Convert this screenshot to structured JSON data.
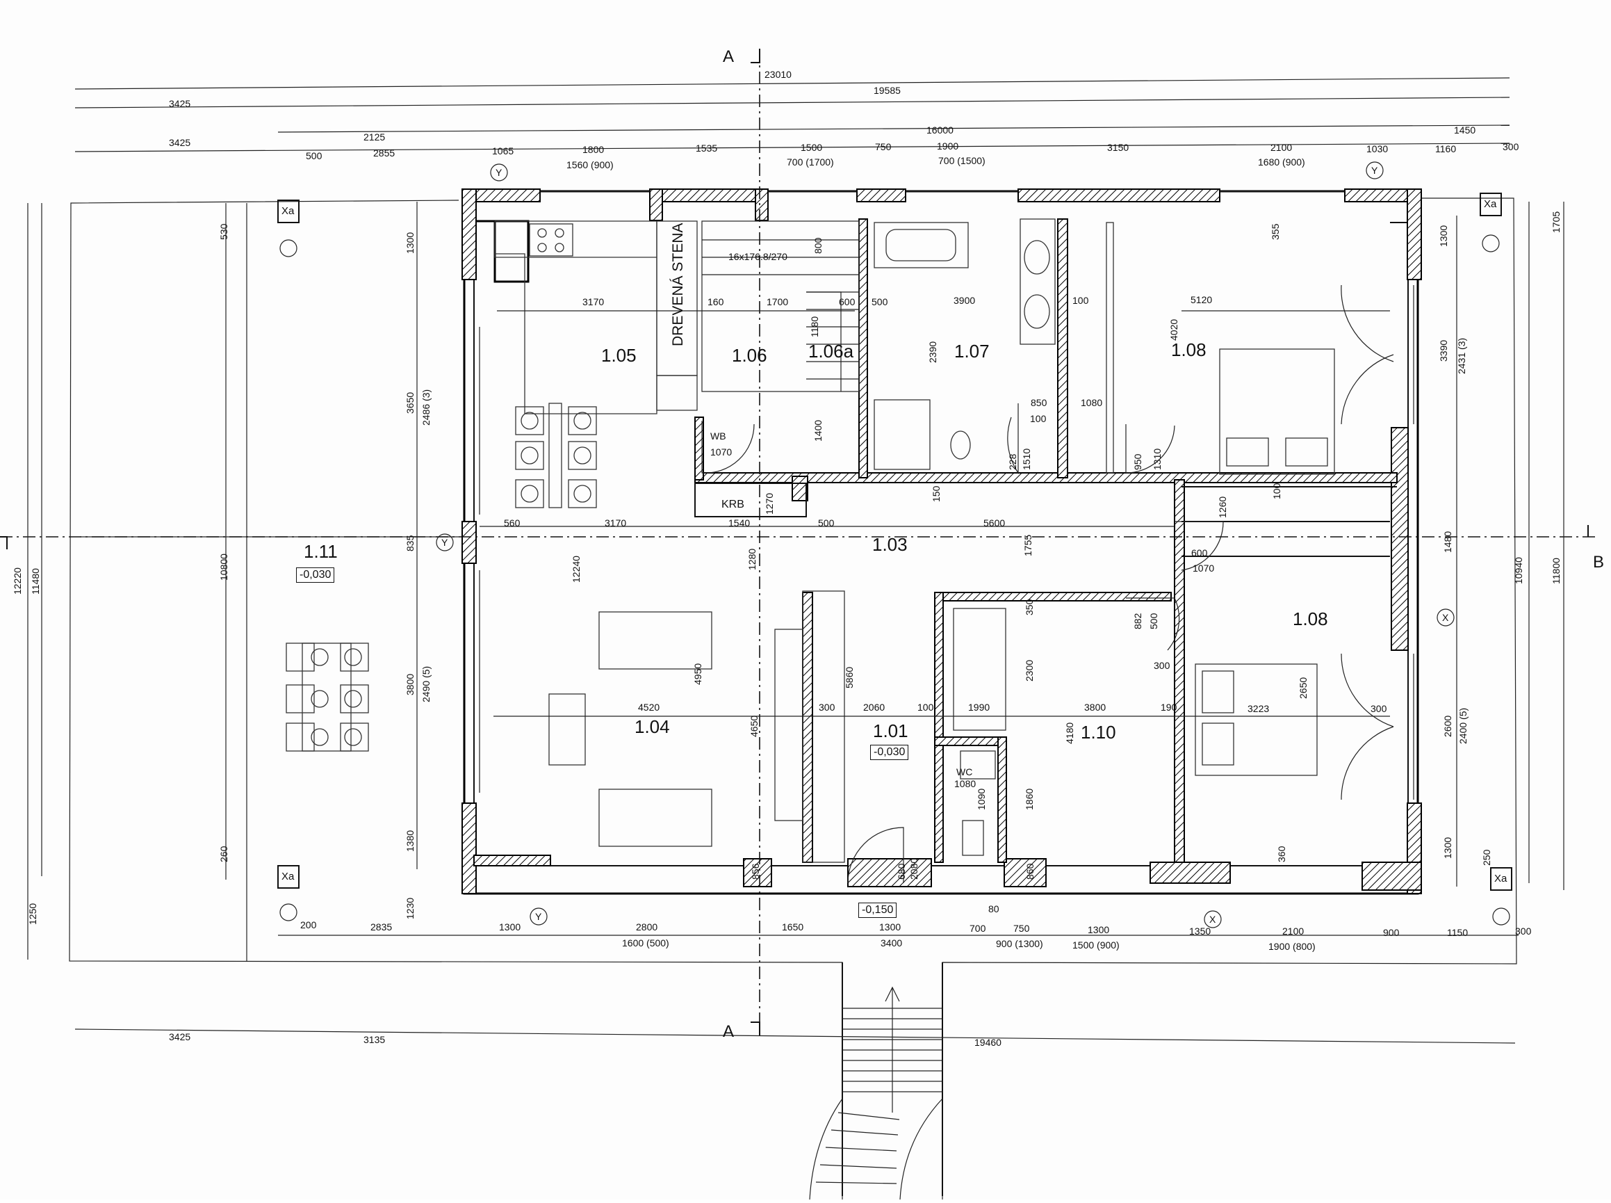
{
  "section_markers": {
    "top": "A",
    "bottom": "A",
    "right": "B"
  },
  "rooms": [
    {
      "id": "room-1-05",
      "label": "1.05"
    },
    {
      "id": "room-1-06",
      "label": "1.06"
    },
    {
      "id": "room-1-06a",
      "label": "1.06a"
    },
    {
      "id": "room-1-07",
      "label": "1.07"
    },
    {
      "id": "room-1-08-top",
      "label": "1.08"
    },
    {
      "id": "room-1-03",
      "label": "1.03"
    },
    {
      "id": "room-1-08-bottom",
      "label": "1.08"
    },
    {
      "id": "room-1-04",
      "label": "1.04"
    },
    {
      "id": "room-1-01",
      "label": "1.01"
    },
    {
      "id": "room-1-10",
      "label": "1.10"
    },
    {
      "id": "room-1-11",
      "label": "1.11"
    }
  ],
  "levels": {
    "terrace": "-0,030",
    "entry": "-0,030",
    "outside": "-0,150"
  },
  "annotations": {
    "wood_wall": "DREVENÁ STENA",
    "stairs": "16x176.8/270",
    "fireplace": "KRB"
  },
  "axis_labels": {
    "y": "Y",
    "x": "X",
    "xa": "Xa"
  },
  "top_dims": {
    "overall": "23010",
    "row1": [
      "3425",
      "19585"
    ],
    "row2": [
      "3425",
      "2125",
      "16000",
      "1450"
    ],
    "row3": [
      "500",
      "2855",
      "1065",
      "1800",
      "1535",
      "1500",
      "750",
      "1900",
      "3150",
      "2100",
      "1030",
      "1160",
      "300"
    ],
    "openings": [
      "1560 (900)",
      "700 (1700)",
      "700 (1500)",
      "1680 (900)"
    ]
  },
  "bottom_dims": {
    "row1": [
      "200",
      "2835",
      "1300",
      "2800",
      "1650",
      "1300",
      "700",
      "750",
      "1300",
      "1350",
      "2100",
      "900",
      "1150",
      "300"
    ],
    "openings": [
      "1600 (500)",
      "3400",
      "900 (1300)",
      "1500 (900)",
      "1900 (800)"
    ],
    "site": [
      "3425",
      "3135",
      "19460"
    ]
  },
  "left_dims": {
    "outer": [
      "12220",
      "11480",
      "1250"
    ],
    "inner": [
      "530",
      "10800",
      "260"
    ],
    "wall": [
      "1300",
      "3650",
      "2486 (3)",
      "835",
      "3800",
      "2490 (5)",
      "1380",
      "1230"
    ]
  },
  "right_dims": {
    "outer": [
      "10940",
      "11800",
      "1705"
    ],
    "wall": [
      "1300",
      "3390",
      "2431 (3)",
      "1480",
      "2600",
      "2400 (5)",
      "1300",
      "250"
    ]
  },
  "interior_dims": [
    "3170",
    "160",
    "1700",
    "600",
    "500",
    "3900",
    "100",
    "5120",
    "800",
    "1180",
    "2390",
    "850",
    "1080",
    "4020",
    "355",
    "1400",
    "1510",
    "1310",
    "228",
    "950",
    "150",
    "560",
    "3170",
    "1540",
    "500",
    "5600",
    "1270",
    "1280",
    "1755",
    "1260",
    "100",
    "600",
    "1070",
    "12240",
    "4950",
    "5860",
    "4650",
    "4520",
    "300",
    "2060",
    "100",
    "1990",
    "3800",
    "190",
    "3223",
    "300",
    "2650",
    "350",
    "2300",
    "4180",
    "1860",
    "882",
    "500",
    "300",
    "360",
    "856",
    "860",
    "680",
    "2080",
    "1070",
    "1080",
    "1090",
    "100",
    "80"
  ],
  "fixtures": {
    "wb": "WB",
    "wc": "WC"
  }
}
